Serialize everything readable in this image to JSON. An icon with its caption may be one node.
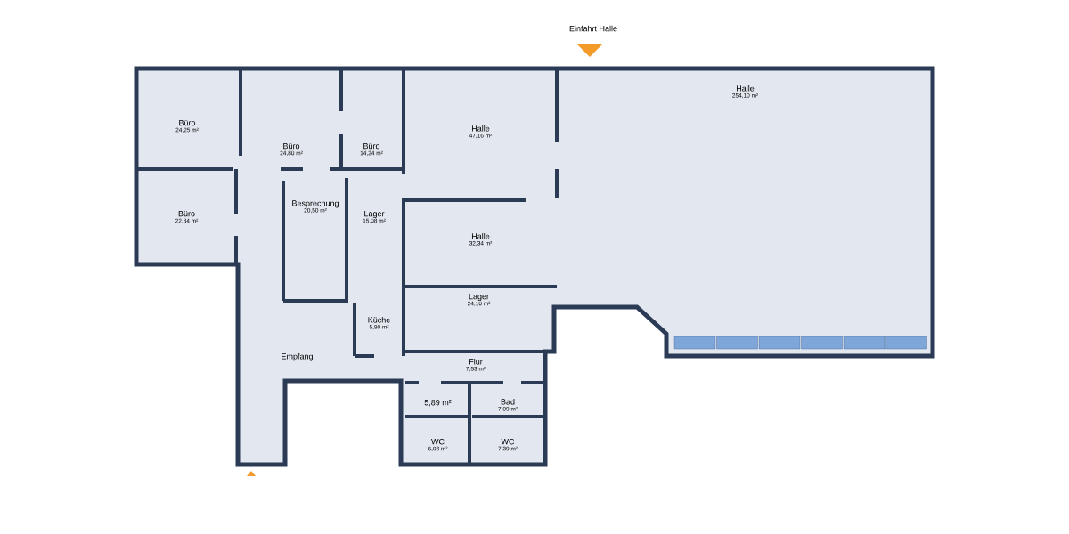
{
  "diagram": {
    "nodes": [
      {
        "text": [
          "Büro",
          "24,25 m²"
        ]
      },
      {
        "text": [
          "Büro",
          "24,80 m²"
        ]
      },
      {
        "text": [
          "Büro",
          "14,24 m²"
        ]
      },
      {
        "text": [
          "Büro",
          "22,84 m²"
        ]
      },
      {
        "text": [
          "Besprechung",
          "20,50 m²"
        ]
      },
      {
        "text": [
          "Lager",
          "15,08 m²"
        ]
      },
      {
        "text": [
          "Halle",
          "47,16 m²"
        ]
      },
      {
        "text": [
          "Halle",
          "254,10 m²"
        ]
      },
      {
        "text": [
          "Halle",
          "32,34 m²"
        ]
      },
      {
        "text": [
          "Lager",
          "24,10 m²"
        ]
      },
      {
        "text": [
          "Küche",
          "5,90 m²"
        ]
      },
      {
        "text": [
          "Empfang"
        ]
      },
      {
        "text": [
          "Flur",
          "7,53 m²"
        ]
      },
      {
        "text": [
          "5,89 m²"
        ]
      },
      {
        "text": [
          "Bad",
          "7,09 m²"
        ]
      },
      {
        "text": [
          "WC",
          "6,08 m²"
        ]
      },
      {
        "text": [
          "WC",
          "7,39 m²"
        ]
      }
    ],
    "labels": [
      "Einfahrt Halle"
    ]
  }
}
